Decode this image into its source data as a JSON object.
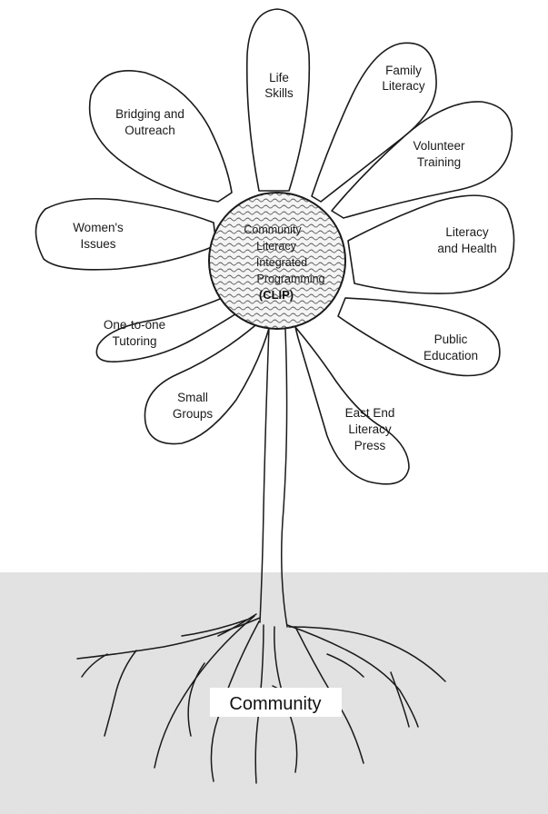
{
  "center": {
    "lines": [
      "Community",
      "Literacy",
      "Integrated",
      "Programming"
    ],
    "acronym": "(CLIP)"
  },
  "petals": [
    {
      "key": "life-skills",
      "lines": [
        "Life",
        "Skills"
      ]
    },
    {
      "key": "family-literacy",
      "lines": [
        "Family",
        "Literacy"
      ]
    },
    {
      "key": "volunteer-training",
      "lines": [
        "Volunteer",
        "Training"
      ]
    },
    {
      "key": "literacy-and-health",
      "lines": [
        "Literacy",
        "and Health"
      ]
    },
    {
      "key": "public-education",
      "lines": [
        "Public",
        "Education"
      ]
    },
    {
      "key": "east-end-literacy-press",
      "lines": [
        "East End",
        "Literacy",
        "Press"
      ]
    },
    {
      "key": "small-groups",
      "lines": [
        "Small",
        "Groups"
      ]
    },
    {
      "key": "one-to-one-tutoring",
      "lines": [
        "One-to-one",
        "Tutoring"
      ]
    },
    {
      "key": "womens-issues",
      "lines": [
        "Women's",
        "Issues"
      ]
    },
    {
      "key": "bridging-and-outreach",
      "lines": [
        "Bridging and",
        "Outreach"
      ]
    }
  ],
  "ground": {
    "label": "Community"
  },
  "colors": {
    "ground": "#e3e3e3",
    "ink": "#1a1a1a",
    "paper": "#ffffff"
  }
}
